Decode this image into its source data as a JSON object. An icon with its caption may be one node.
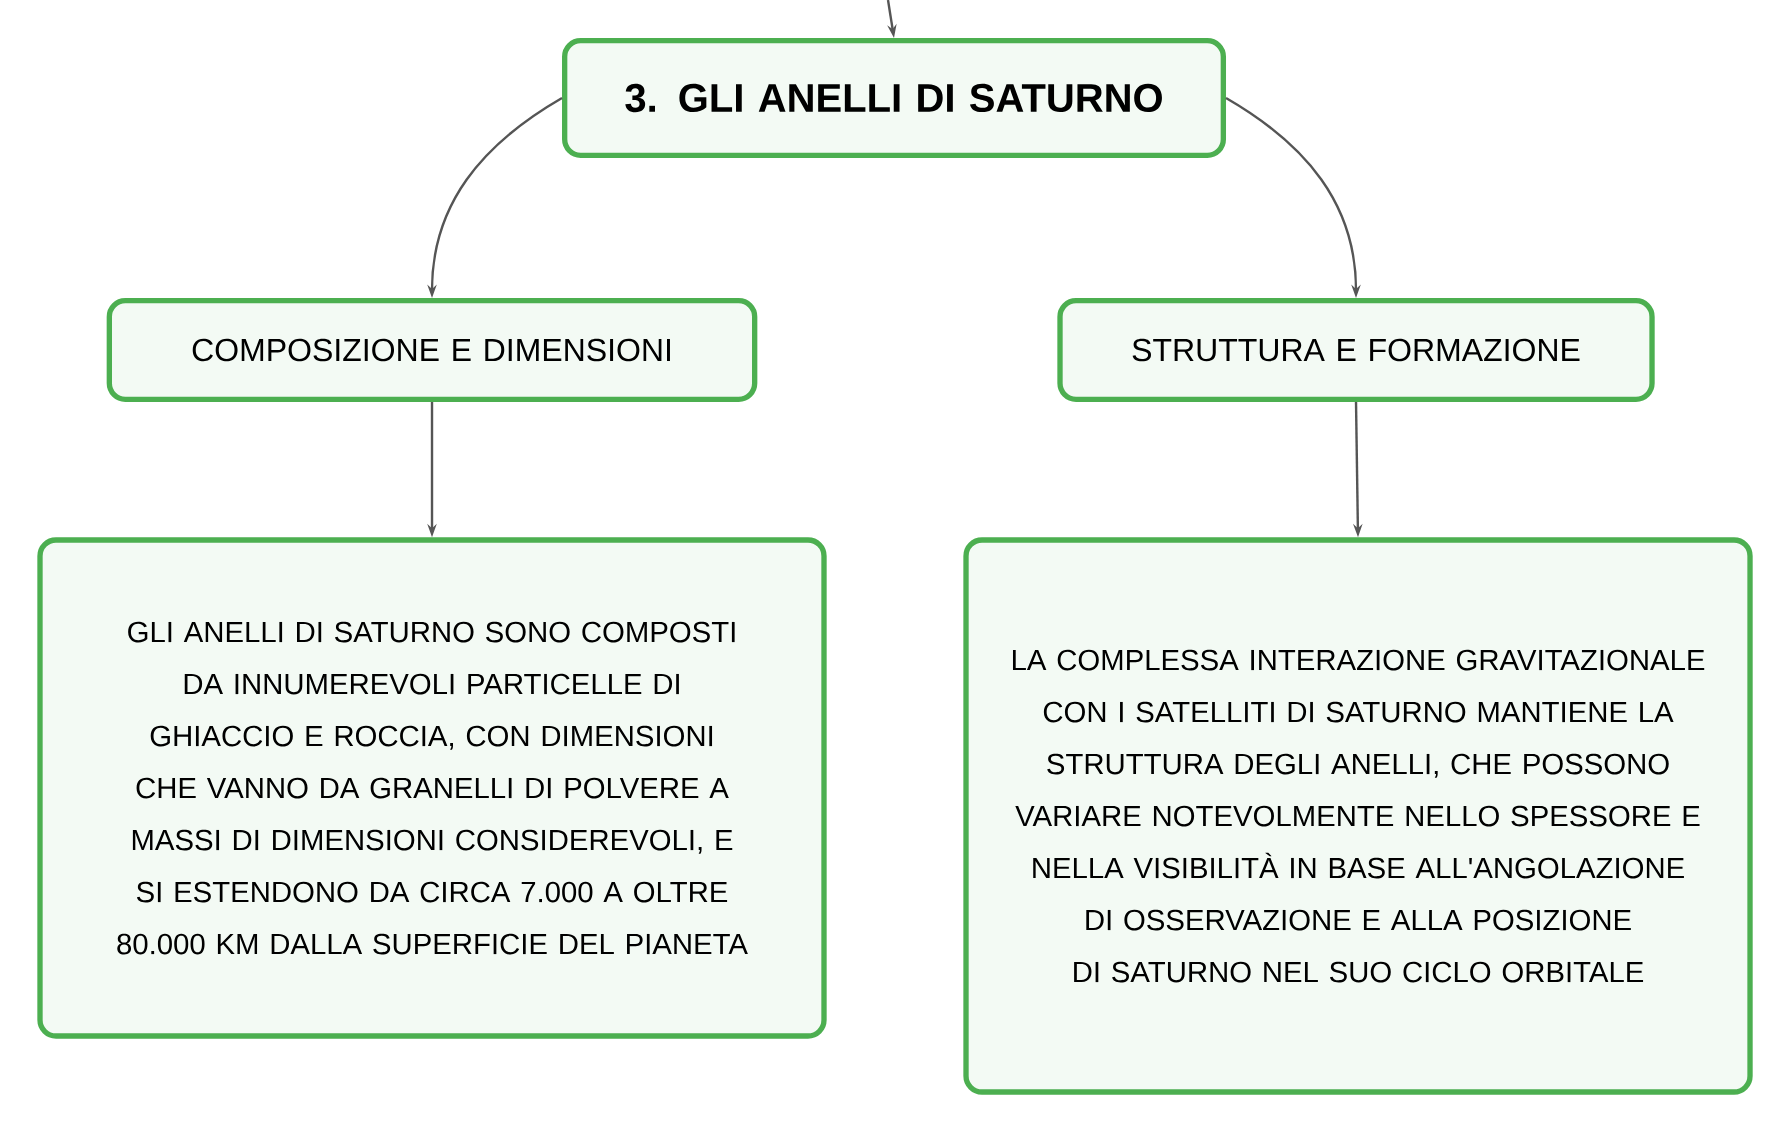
{
  "diagram": {
    "nodes": [
      {
        "text": [
          "3. GLI ANELLI DI SATURNO"
        ]
      },
      {
        "text": [
          "COMPOSIZIONE E DIMENSIONI"
        ]
      },
      {
        "text": [
          "STRUTTURA E FORMAZIONE"
        ]
      },
      {
        "text": [
          "GLI ANELLI DI SATURNO SONO COMPOSTI DA INNUMEREVOLI PARTICELLE DI GHIACCIO E ROCCIA, CON DIMENSIONI CHE VANNO DA GRANELLI DI POLVERE A MASSI DI DIMENSIONI CONSIDEREVOLI, E SI ESTENDONO DA CIRCA 7.000 A OLTRE 80.000 KM DALLA SUPERFICIE DEL PIANETA"
        ]
      },
      {
        "text": [
          "LA COMPLESSA INTERAZIONE GRAVITAZIONALE CON I SATELLITI DI SATURNO MANTIENE LA STRUTTURA DEGLI ANELLI, CHE POSSONO VARIARE NOTEVOLMENTE NELLO SPESSORE E NELLA VISIBILITÀ IN BASE ALL'ANGOLAZIONE DI OSSERVAZIONE E ALLA POSIZIONE DI SATURNO NEL SUO CICLO ORBITALE"
        ]
      }
    ],
    "edges": [
      {
        "from": null,
        "to": 0,
        "arrow": "to"
      },
      {
        "from": 0,
        "to": 1,
        "arrow": "to"
      },
      {
        "from": 0,
        "to": 2,
        "arrow": "to"
      },
      {
        "from": 1,
        "to": 3,
        "arrow": "to"
      },
      {
        "from": 2,
        "to": 4,
        "arrow": "to"
      }
    ]
  }
}
